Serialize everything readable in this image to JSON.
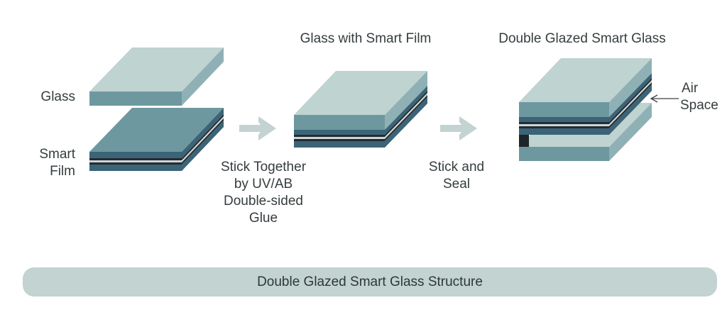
{
  "labels": {
    "glass": "Glass",
    "smart_film": [
      "Smart",
      "Film"
    ],
    "step1_title": "Glass with Smart Film",
    "step2_title": "Double Glazed Smart Glass",
    "step1_process": [
      "Stick Together",
      "by UV/AB",
      "Double-sided",
      "Glue"
    ],
    "step2_process": [
      "Stick and",
      "Seal"
    ],
    "air_space": [
      "Air",
      "Space"
    ],
    "footer": "Double Glazed Smart Glass Structure"
  },
  "colors": {
    "glass_top": "#bfd3d1",
    "glass_front": "#6e98a0",
    "glass_side": "#8fb1b5",
    "film_blue": "#3b6478",
    "film_dark": "#232c31",
    "film_light": "#cdd5d7",
    "arrow": "#c2d3d1",
    "spacer": "#1e2427"
  },
  "icons": [
    "right-arrow-icon",
    "right-arrow-icon",
    "pointer-arrow-icon"
  ]
}
